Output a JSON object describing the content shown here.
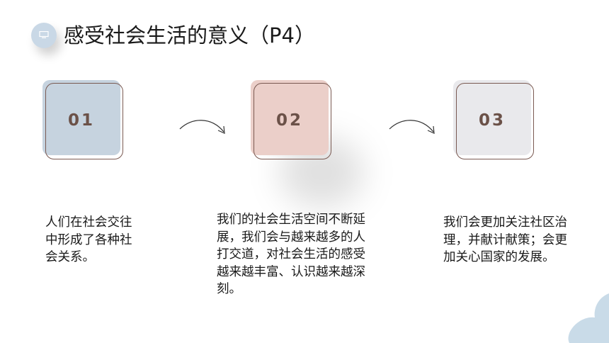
{
  "title": "感受社会生活的意义（P4）",
  "title_icon": "monitor-icon",
  "cards": [
    {
      "number": "01",
      "description": "人们在社会交往中形成了各种社会关系。"
    },
    {
      "number": "02",
      "description": "我们的社会生活空间不断延展，我们会与越来越多的人打交道，对社会生活的感受越来越丰富、认识越来越深刻。"
    },
    {
      "number": "03",
      "description": "我们会更加关注社区治理，并献计献策；会更加关心国家的发展。"
    }
  ],
  "colors": {
    "card1": "#c6d3df",
    "card2": "#ebcfc9",
    "card3": "#e9e9ec",
    "number": "#6b5148",
    "accent_blob": "#c9dbe8"
  }
}
